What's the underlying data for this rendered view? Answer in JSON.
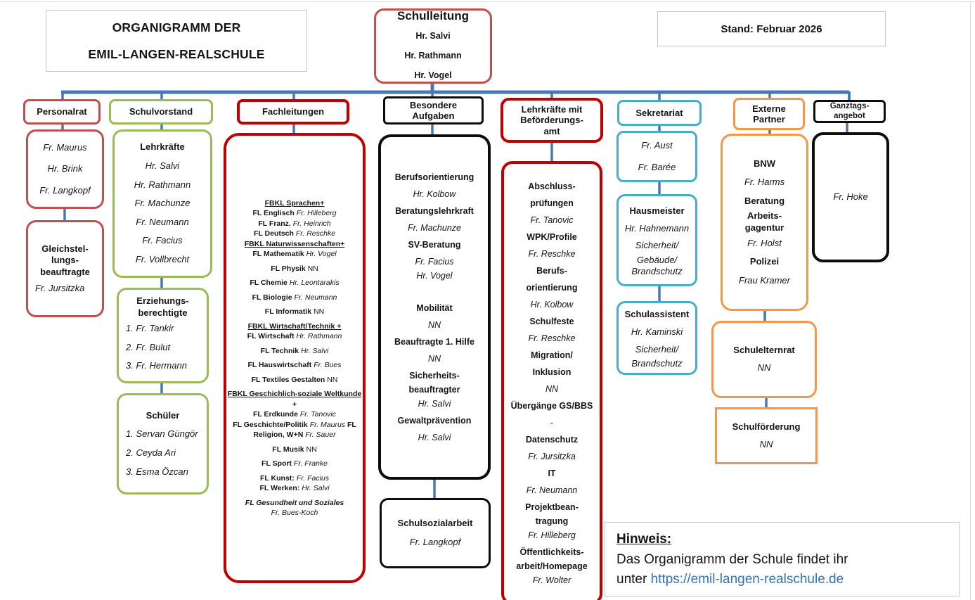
{
  "meta": {
    "title_lines": [
      {
        "t": "ORGANIGRAMM DER",
        "s": "b"
      },
      {
        "t": "EMIL-LANGEN-REALSCHULE",
        "s": "b"
      }
    ],
    "stand": "Stand:  Februar 2026"
  },
  "colors": {
    "accent_red_muted": "#C0504D",
    "accent_green": "#9BBB59",
    "accent_red": "#C00000",
    "accent_black": "#000000",
    "accent_cyan": "#4BACC6",
    "accent_orange": "#F79646",
    "connector_blue": "#4878B0",
    "link_blue": "#2E74B5"
  },
  "schulleitung": {
    "lines": [
      {
        "t": "Schulleitung",
        "s": "b",
        "c": "ttl"
      },
      {
        "t": "Hr. Salvi",
        "s": "b"
      },
      {
        "t": "Hr. Rathmann",
        "s": "b"
      },
      {
        "t": "Hr. Vogel",
        "s": "b"
      }
    ]
  },
  "personalrat": {
    "header": [
      {
        "t": "Personalrat",
        "s": "b"
      }
    ],
    "members": [
      {
        "t": "Fr. Maurus",
        "s": "i"
      },
      {
        "t": "Hr. Brink",
        "s": "i"
      },
      {
        "t": "Fr. Langkopf",
        "s": "i"
      }
    ],
    "gleichstellung": [
      {
        "t": "Gleichstel-",
        "s": "b"
      },
      {
        "t": "lungs-",
        "s": "b"
      },
      {
        "t": "beauftragte",
        "s": "b"
      },
      {
        "t": "Fr. Jursitzka",
        "s": "i",
        "c": "g al"
      }
    ]
  },
  "schulvorstand": {
    "header": [
      {
        "t": "Schulvorstand",
        "s": "b"
      }
    ],
    "lehrkraefte": [
      {
        "t": "Lehrkräfte",
        "s": "b"
      },
      {
        "t": "Hr. Salvi",
        "s": "i"
      },
      {
        "t": "Hr. Rathmann",
        "s": "i"
      },
      {
        "t": "Fr. Machunze",
        "s": "i"
      },
      {
        "t": "Fr. Neumann",
        "s": "i"
      },
      {
        "t": "Fr. Facius",
        "s": "i"
      },
      {
        "t": "Fr. Vollbrecht",
        "s": "i"
      }
    ],
    "erziehungsberechtigte": [
      {
        "t": "Erziehungs-",
        "s": "b",
        "c": "t"
      },
      {
        "t": "berechtigte",
        "s": "b",
        "c": "t"
      },
      {
        "t": "1. Fr. Tankir",
        "s": "i",
        "c": "al g"
      },
      {
        "t": "2. Fr. Bulut",
        "s": "i",
        "c": "al"
      },
      {
        "t": "3. Fr. Hermann",
        "s": "i",
        "c": "al"
      }
    ],
    "schueler": [
      {
        "t": "Schüler",
        "s": "b"
      },
      {
        "t": "1. Servan Güngör",
        "s": "i",
        "c": "al"
      },
      {
        "t": "2. Ceyda Ari",
        "s": "i",
        "c": "al"
      },
      {
        "t": "3. Esma Özcan",
        "s": "i",
        "c": "al"
      }
    ]
  },
  "fachleitungen": {
    "header": [
      {
        "t": "Fachleitungen",
        "s": "b"
      }
    ],
    "lines": [
      {
        "t": "FBKL Sprachen+",
        "s": "bu"
      },
      {
        "segs": [
          {
            "t": "FL Englisch ",
            "s": "b"
          },
          {
            "t": "Fr. Hilleberg",
            "s": "i"
          }
        ]
      },
      {
        "segs": [
          {
            "t": "FL Franz. ",
            "s": "b"
          },
          {
            "t": "Fr. Heinrich",
            "s": "i"
          }
        ]
      },
      {
        "segs": [
          {
            "t": "FL Deutsch ",
            "s": "b"
          },
          {
            "t": "Fr. Reschke",
            "s": "i"
          }
        ]
      },
      {
        "t": "FBKL Naturwissenschaften+",
        "s": "bu"
      },
      {
        "segs": [
          {
            "t": "FL Mathematik ",
            "s": "b"
          },
          {
            "t": "Hr. Vogel",
            "s": "i"
          }
        ]
      },
      {
        "segs": [
          {
            "t": "FL Physik  ",
            "s": "b"
          },
          {
            "t": "NN",
            "s": "n"
          }
        ],
        "c": "g"
      },
      {
        "segs": [
          {
            "t": "FL Chemie   ",
            "s": "b"
          },
          {
            "t": "Hr. Leontarakis",
            "s": "i"
          }
        ],
        "c": "g"
      },
      {
        "segs": [
          {
            "t": "FL Biologie ",
            "s": "b"
          },
          {
            "t": "Fr. Neumann",
            "s": "i"
          }
        ],
        "c": "g"
      },
      {
        "segs": [
          {
            "t": "FL Informatik  ",
            "s": "b"
          },
          {
            "t": "NN",
            "s": "n"
          }
        ],
        "c": "g"
      },
      {
        "t": "FBKL Wirtschaft/Technik +",
        "s": "bu",
        "c": "g"
      },
      {
        "segs": [
          {
            "t": "FL Wirtschaft ",
            "s": "b"
          },
          {
            "t": "Hr. Rathmann",
            "s": "i"
          }
        ]
      },
      {
        "segs": [
          {
            "t": "FL Technik ",
            "s": "b"
          },
          {
            "t": "Hr. Salvi",
            "s": "i"
          }
        ],
        "c": "g"
      },
      {
        "segs": [
          {
            "t": "FL Hauswirtschaft ",
            "s": "b"
          },
          {
            "t": "Fr. Bues",
            "s": "i"
          }
        ],
        "c": "g"
      },
      {
        "segs": [
          {
            "t": "FL Textiles Gestalten  ",
            "s": "b"
          },
          {
            "t": "NN",
            "s": "n"
          }
        ],
        "c": "g"
      },
      {
        "t": "FBKL Geschichlich-soziale Weltkunde",
        "s": "bu",
        "c": "g"
      },
      {
        "t": "+",
        "s": "b"
      },
      {
        "segs": [
          {
            "t": "FL  Erdkunde  ",
            "s": "b"
          },
          {
            "t": "Fr. Tanovic",
            "s": "i"
          }
        ]
      },
      {
        "segs": [
          {
            "t": "FL Geschichte/Politik ",
            "s": "b"
          },
          {
            "t": "Fr. Maurus",
            "s": "i"
          },
          {
            "t": "   FL",
            "s": "b"
          }
        ]
      },
      {
        "segs": [
          {
            "t": "Religion, W+N ",
            "s": "b"
          },
          {
            "t": "Fr. Sauer",
            "s": "i"
          }
        ]
      },
      {
        "segs": [
          {
            "t": "FL Musik ",
            "s": "b"
          },
          {
            "t": "NN",
            "s": "n"
          }
        ],
        "c": "g"
      },
      {
        "segs": [
          {
            "t": "FL Sport  ",
            "s": "b"
          },
          {
            "t": "Fr. Franke",
            "s": "i"
          }
        ],
        "c": "g"
      },
      {
        "segs": [
          {
            "t": "FL Kunst: ",
            "s": "b"
          },
          {
            "t": "Fr. Facius",
            "s": "i"
          }
        ],
        "c": "g"
      },
      {
        "segs": [
          {
            "t": "FL Werken:  ",
            "s": "b"
          },
          {
            "t": "Hr. Salvi",
            "s": "i"
          }
        ]
      },
      {
        "t": "FL Gesundheit und Soziales",
        "s": "bi",
        "c": "g"
      },
      {
        "t": "Fr. Bues-Koch",
        "s": "i"
      }
    ]
  },
  "besondere": {
    "header": [
      {
        "t": "Besondere",
        "s": "b"
      },
      {
        "t": "Aufgaben",
        "s": "b"
      }
    ],
    "lines": [
      {
        "t": "Berufsorientierung",
        "s": "b"
      },
      {
        "t": "Hr. Kolbow",
        "s": "i"
      },
      {
        "t": "Beratungslehrkraft",
        "s": "b"
      },
      {
        "t": "Fr. Machunze",
        "s": "i"
      },
      {
        "t": "SV-Beratung",
        "s": "b"
      },
      {
        "t": "Fr. Facius",
        "s": "i"
      },
      {
        "t": "Hr. Vogel",
        "s": "i",
        "c": "t"
      },
      {
        "t": "Mobilität",
        "s": "b",
        "c": "g2"
      },
      {
        "t": "NN",
        "s": "i"
      },
      {
        "t": "Beauftragte 1. Hilfe",
        "s": "b"
      },
      {
        "t": "NN",
        "s": "i"
      },
      {
        "t": "Sicherheits-",
        "s": "b"
      },
      {
        "t": "beauftragter",
        "s": "b",
        "c": "t"
      },
      {
        "t": "Hr. Salvi",
        "s": "i"
      },
      {
        "t": "Gewaltprävention",
        "s": "b"
      },
      {
        "t": "Hr. Salvi",
        "s": "i"
      }
    ],
    "schulsozialarbeit": [
      {
        "t": "Schulsozialarbeit",
        "s": "b"
      },
      {
        "t": "Fr. Langkopf",
        "s": "i"
      }
    ]
  },
  "befoerderung": {
    "header": [
      {
        "t": "Lehrkräfte mit",
        "s": "b"
      },
      {
        "t": "Beförderungs-",
        "s": "b"
      },
      {
        "t": "amt",
        "s": "b"
      }
    ],
    "lines": [
      {
        "t": "Abschluss-",
        "s": "b"
      },
      {
        "t": "prüfungen",
        "s": "b"
      },
      {
        "t": "Fr. Tanovic",
        "s": "i"
      },
      {
        "t": "WPK/Profile",
        "s": "b"
      },
      {
        "t": "Fr. Reschke",
        "s": "i"
      },
      {
        "t": "Berufs-",
        "s": "b"
      },
      {
        "t": "orientierung",
        "s": "b"
      },
      {
        "t": "Hr. Kolbow",
        "s": "i"
      },
      {
        "t": "Schulfeste",
        "s": "b"
      },
      {
        "t": "Fr. Reschke",
        "s": "i"
      },
      {
        "t": "Migration/",
        "s": "b"
      },
      {
        "t": "Inklusion",
        "s": "b"
      },
      {
        "t": "NN",
        "s": "i"
      },
      {
        "t": "Übergänge GS/BBS",
        "s": "b"
      },
      {
        "t": "-",
        "s": "n"
      },
      {
        "t": "Datenschutz",
        "s": "b"
      },
      {
        "t": "Fr. Jursitzka",
        "s": "i"
      },
      {
        "t": "IT",
        "s": "b"
      },
      {
        "t": "Fr. Neumann",
        "s": "i"
      },
      {
        "t": "Projektbean-",
        "s": "b"
      },
      {
        "t": "tragung",
        "s": "b",
        "c": "t"
      },
      {
        "t": "Fr. Hilleberg",
        "s": "i"
      },
      {
        "t": "Öffentlichkeits-",
        "s": "b"
      },
      {
        "t": "arbeit/Homepage",
        "s": "b",
        "c": "t"
      },
      {
        "t": "Fr. Wolter",
        "s": "i"
      }
    ]
  },
  "sekretariat": {
    "header": [
      {
        "t": "Sekretariat",
        "s": "b"
      }
    ],
    "staff": [
      {
        "t": "Fr. Aust",
        "s": "i"
      },
      {
        "t": "Fr. Barée",
        "s": "i"
      }
    ],
    "hausmeister": [
      {
        "t": "Hausmeister",
        "s": "b"
      },
      {
        "t": "Hr. Hahnemann",
        "s": "i"
      },
      {
        "t": "Sicherheit/",
        "s": "i"
      },
      {
        "t": "Gebäude/",
        "s": "i",
        "c": "t"
      },
      {
        "t": "Brandschutz",
        "s": "i",
        "c": "t"
      }
    ],
    "schulassistent": [
      {
        "t": "Schulassistent",
        "s": "b"
      },
      {
        "t": "Hr. Kaminski",
        "s": "i"
      },
      {
        "t": "Sicherheit/",
        "s": "i"
      },
      {
        "t": "Brandschutz",
        "s": "i",
        "c": "t"
      }
    ]
  },
  "externe": {
    "header": [
      {
        "t": "Externe",
        "s": "b"
      },
      {
        "t": "Partner",
        "s": "b"
      }
    ],
    "partner": [
      {
        "t": "BNW",
        "s": "b"
      },
      {
        "t": "Fr. Harms",
        "s": "i"
      },
      {
        "t": "Beratung",
        "s": "b"
      },
      {
        "t": "Arbeits-",
        "s": "b",
        "c": "t"
      },
      {
        "t": "gagentur",
        "s": "b",
        "c": "t"
      },
      {
        "t": "Fr. Holst",
        "s": "i"
      },
      {
        "t": "Polizei",
        "s": "b"
      },
      {
        "t": "Frau Kramer",
        "s": "i"
      }
    ],
    "schulelternrat": [
      {
        "t": "Schulelternrat",
        "s": "b"
      },
      {
        "t": "NN",
        "s": "i"
      }
    ],
    "schulfoerderung": [
      {
        "t": "Schulförderung",
        "s": "b"
      },
      {
        "t": "NN",
        "s": "i"
      }
    ]
  },
  "ganztag": {
    "header": [
      {
        "t": "Ganztags-",
        "s": "b"
      },
      {
        "t": "angebot",
        "s": "b"
      }
    ],
    "box": [
      {
        "t": "Fr. Hoke",
        "s": "i"
      }
    ]
  },
  "hinweis": {
    "title": "Hinweis:",
    "line1": "Das Organigramm der Schule findet ihr",
    "prefix": "unter ",
    "link": "https://emil-langen-realschule.de"
  }
}
